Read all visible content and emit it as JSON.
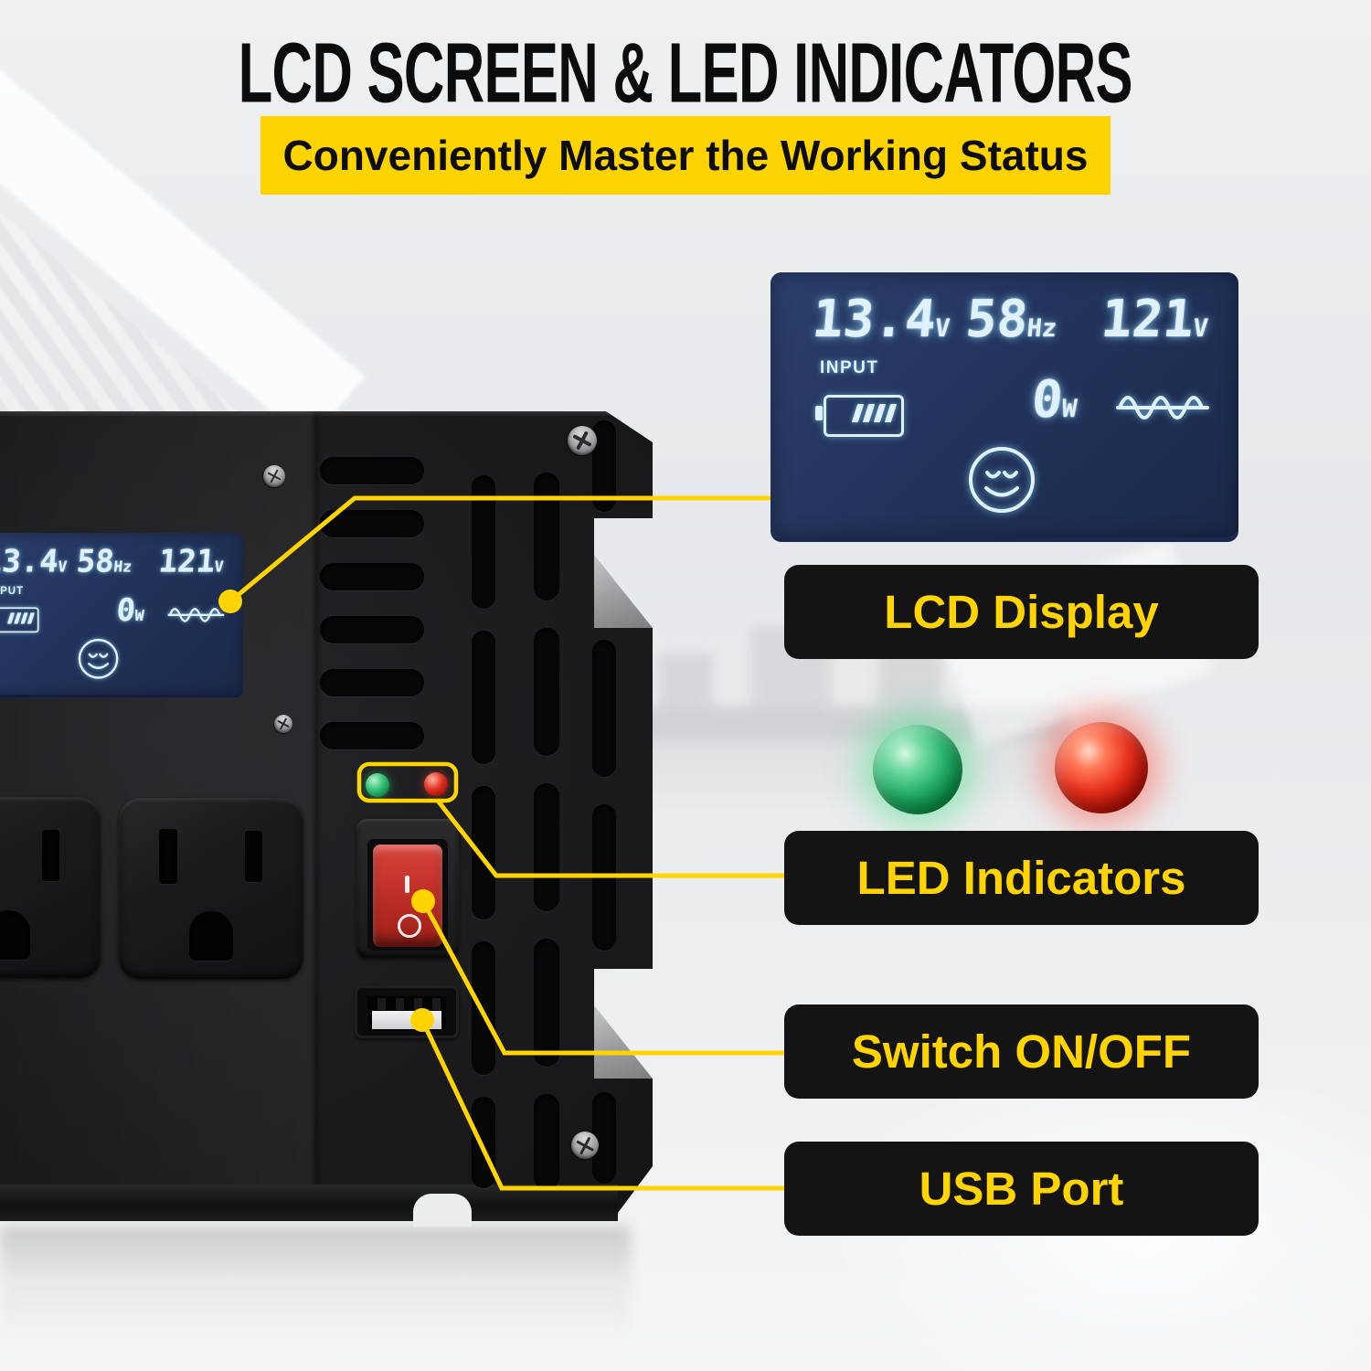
{
  "header": {
    "title": "LCD SCREEN & LED INDICATORS",
    "subtitle": "Conveniently Master the Working Status"
  },
  "lcd": {
    "input_voltage": "13.4",
    "input_voltage_unit": "V",
    "input_label": "INPUT",
    "frequency": "58",
    "frequency_unit": "Hz",
    "output_voltage": "121",
    "output_voltage_unit": "V",
    "power": "0",
    "power_unit": "W"
  },
  "callout_labels": [
    {
      "text": "LCD Display"
    },
    {
      "text": "LED Indicators"
    },
    {
      "text": "Switch ON/OFF"
    },
    {
      "text": "USB Port"
    }
  ],
  "switch": {
    "on_symbol": "I",
    "off_symbol": "O"
  },
  "icons": {
    "lcd_battery": "battery-level-icon",
    "lcd_wave": "sine-wave-icon",
    "lcd_smiley": "smiley-face-icon",
    "led_green_orb": "green-led-orb",
    "led_red_orb": "red-led-orb"
  },
  "colors": {
    "accent_yellow": "#ffd400",
    "banner_yellow": "#fdd400",
    "label_bg": "#141414",
    "label_text": "#ffd400",
    "lcd_panel_bg": "#22345c",
    "lcd_glyph": "#dff2fb",
    "led_green": "#27b26b",
    "led_red": "#e8301c",
    "switch_red": "#c8332b"
  }
}
